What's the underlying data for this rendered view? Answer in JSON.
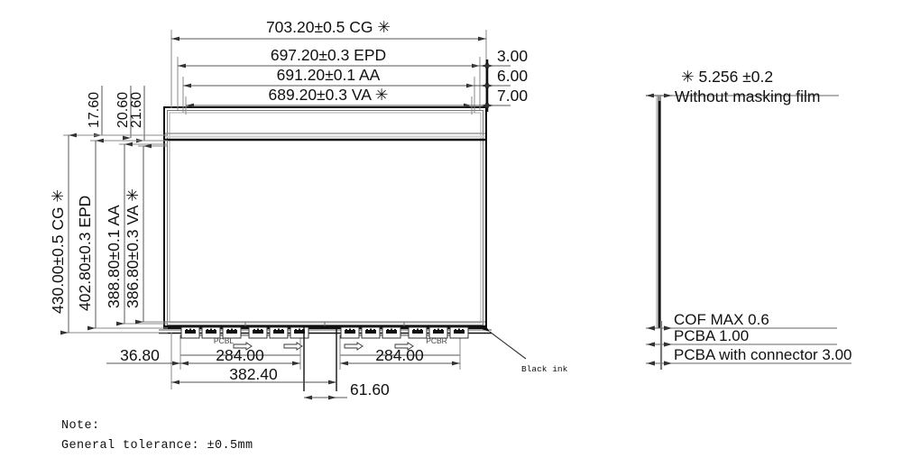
{
  "drawing": {
    "title": "Panel outline mechanical drawing",
    "units": "mm",
    "line_color": "#000000",
    "dim_color": "#555555",
    "text_color": "#111111"
  },
  "front_view": {
    "horizontal_dimensions": [
      {
        "id": "cg-h",
        "label": "703.20±0.5 CG ✳",
        "value": "703.20",
        "tolerance": "±0.5",
        "feature": "CG",
        "starred": true
      },
      {
        "id": "epd-h",
        "label": "697.20±0.3 EPD",
        "value": "697.20",
        "tolerance": "±0.3",
        "feature": "EPD",
        "starred": false
      },
      {
        "id": "aa-h",
        "label": "691.20±0.1 AA",
        "value": "691.20",
        "tolerance": "±0.1",
        "feature": "AA",
        "starred": false
      },
      {
        "id": "va-h",
        "label": "689.20±0.3 VA ✳",
        "value": "689.20",
        "tolerance": "±0.3",
        "feature": "VA",
        "starred": true
      }
    ],
    "right_edge_offsets": [
      {
        "id": "off-3",
        "label": "3.00"
      },
      {
        "id": "off-6",
        "label": "6.00"
      },
      {
        "id": "off-7",
        "label": "7.00"
      }
    ],
    "top_edge_offsets": [
      {
        "id": "top-17",
        "label": "17.60"
      },
      {
        "id": "top-20",
        "label": "20.60"
      },
      {
        "id": "top-21",
        "label": "21.60"
      }
    ],
    "vertical_dimensions": [
      {
        "id": "cg-v",
        "label": "430.00±0.5 CG ✳",
        "value": "430.00",
        "tolerance": "±0.5",
        "feature": "CG",
        "starred": true
      },
      {
        "id": "epd-v",
        "label": "402.80±0.3 EPD",
        "value": "402.80",
        "tolerance": "±0.3",
        "feature": "EPD",
        "starred": false
      },
      {
        "id": "aa-v",
        "label": "388.80±0.1 AA",
        "value": "388.80",
        "tolerance": "±0.1",
        "feature": "AA",
        "starred": false
      },
      {
        "id": "va-v",
        "label": "386.80±0.3 VA ✳",
        "value": "386.80",
        "tolerance": "±0.3",
        "feature": "VA",
        "starred": true
      }
    ],
    "bottom_dimensions": [
      {
        "id": "b-36",
        "label": "36.80"
      },
      {
        "id": "b-284L",
        "label": "284.00"
      },
      {
        "id": "b-284R",
        "label": "284.00"
      },
      {
        "id": "b-382",
        "label": "382.40"
      },
      {
        "id": "b-61",
        "label": "61.60"
      }
    ],
    "pcb_labels": [
      {
        "id": "pcbl",
        "label": "PCBL"
      },
      {
        "id": "pcbr",
        "label": "PCBR"
      }
    ],
    "callouts": [
      {
        "id": "black-ink",
        "label": "Black ink"
      }
    ],
    "connector_count_left": 6,
    "connector_count_right": 6
  },
  "side_view": {
    "thickness": {
      "label": "✳  5.256 ±0.2",
      "sub_label": "Without masking film"
    },
    "stack_labels": [
      {
        "id": "cof",
        "label": "COF MAX 0.6"
      },
      {
        "id": "pcba",
        "label": "PCBA 1.00"
      },
      {
        "id": "pcba-conn",
        "label": "PCBA with connector 3.00"
      }
    ]
  },
  "notes": {
    "heading": "Note:",
    "line1": "General tolerance: ±0.5mm"
  }
}
